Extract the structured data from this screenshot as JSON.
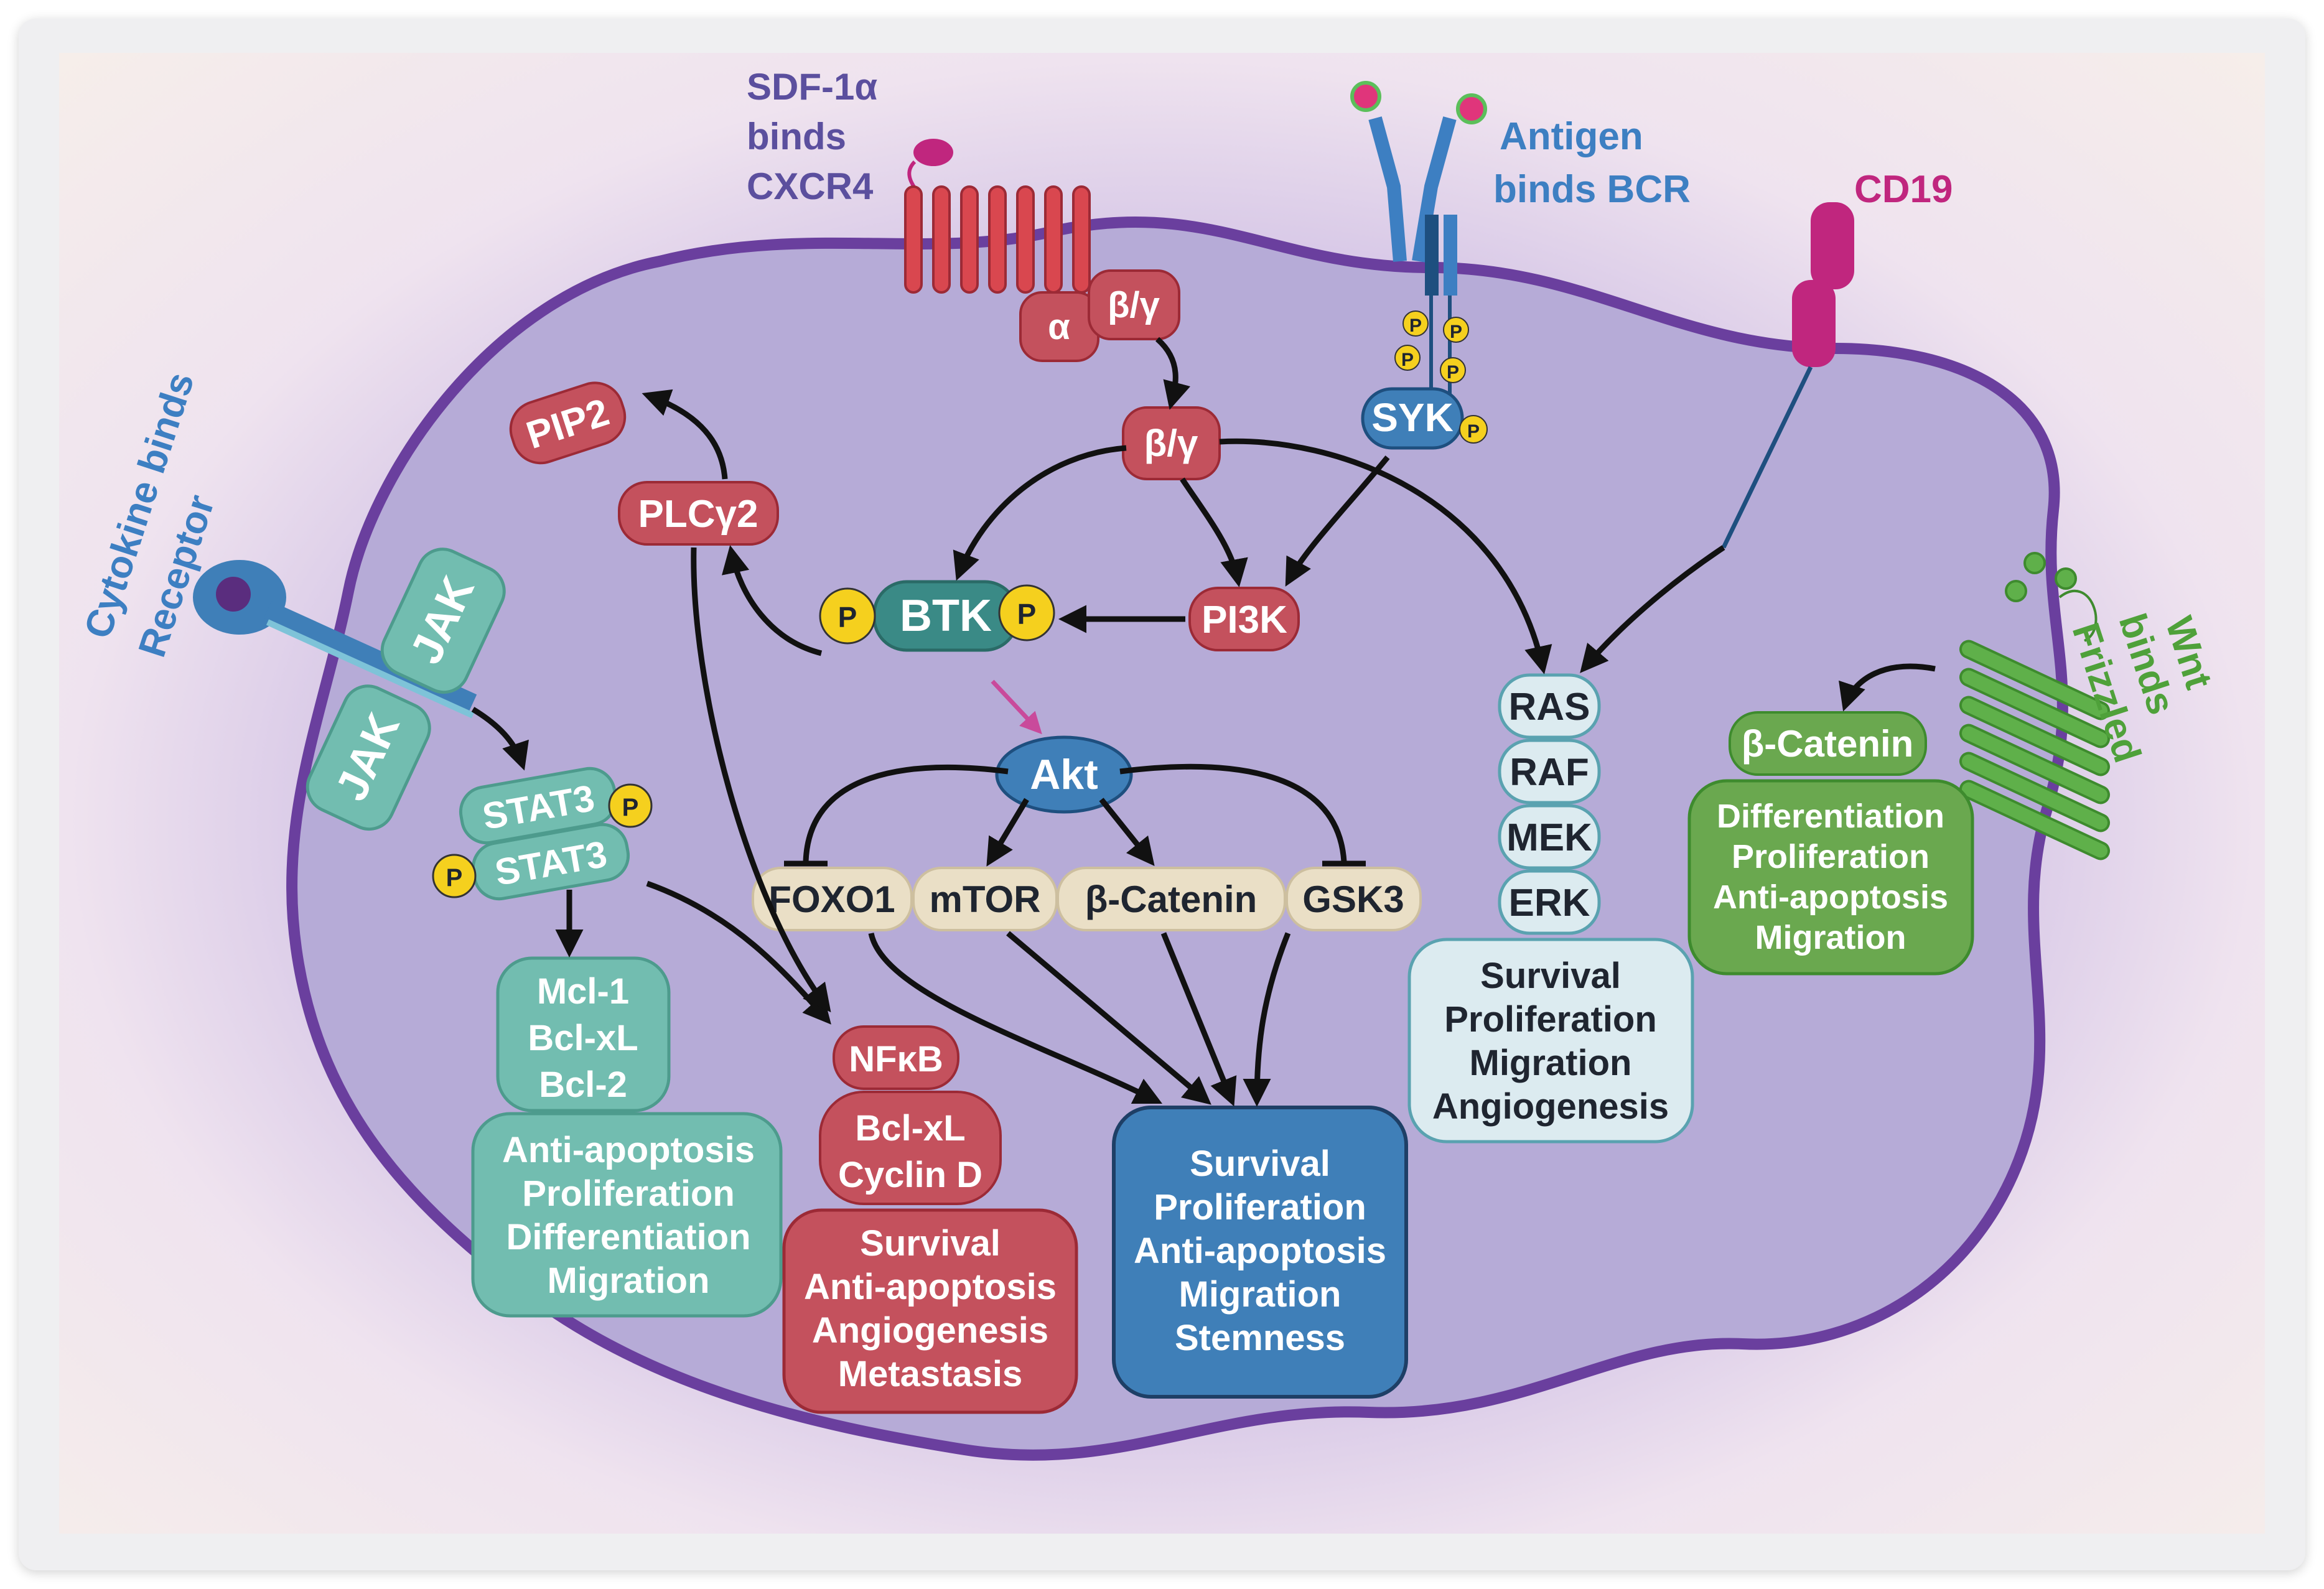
{
  "receptors": {
    "sdf": "SDF-1α binds CXCR4",
    "sdf_lines": [
      "SDF-1α",
      "binds",
      "CXCR4"
    ],
    "antigen_lines": [
      "Antigen",
      "binds BCR"
    ],
    "cd19": "CD19",
    "cytokine_lines": [
      "Cytokine binds",
      "Receptor"
    ],
    "wnt_lines": [
      "Wnt",
      "binds",
      "Frizzled"
    ]
  },
  "nodes": {
    "alpha": "α",
    "beta_gamma_top": "β/γ",
    "beta_gamma": "β/γ",
    "pip2": "PIP2",
    "plcg2": "PLCγ2",
    "btk": "BTK",
    "pi3k": "PI3K",
    "syk": "SYK",
    "p": "P",
    "akt": "Akt",
    "foxo1": "FOXO1",
    "mtor": "mTOR",
    "b_catenin": "β-Catenin",
    "gsk3": "GSK3",
    "jak": "JAK",
    "stat3": "STAT3",
    "ras": "RAS",
    "raf": "RAF",
    "mek": "MEK",
    "erk": "ERK",
    "wnt_b_catenin": "β-Catenin"
  },
  "outcomes": {
    "stat_targets": [
      "Mcl-1",
      "Bcl-xL",
      "Bcl-2"
    ],
    "stat_effects": [
      "Anti-apoptosis",
      "Proliferation",
      "Differentiation",
      "Migration"
    ],
    "nfkb_targets": [
      "NFκB",
      "Bcl-xL",
      "Cyclin D"
    ],
    "nfkb_effects": [
      "Survival",
      "Anti-apoptosis",
      "Angiogenesis",
      "Metastasis"
    ],
    "akt_effects": [
      "Survival",
      "Proliferation",
      "Anti-apoptosis",
      "Migration",
      "Stemness"
    ],
    "ras_effects": [
      "Survival",
      "Proliferation",
      "Migration",
      "Angiogenesis"
    ],
    "wnt_effects": [
      "Differentiation",
      "Proliferation",
      "Anti-apoptosis",
      "Migration"
    ]
  },
  "colors": {
    "membrane": "#6a3f9e",
    "cell_fill": "#b8aed8",
    "red_node": "#c4515d",
    "teal_node": "#72bdb0",
    "blue_node": "#3f7fb8",
    "cream_node": "#eadfc6",
    "ras_node": "#dcebf0",
    "green_node": "#6aa84f",
    "phospho": "#f5d01e",
    "sdf_text": "#5b4f9e",
    "antigen_text": "#3d7fc2",
    "cd19_text": "#c0267e",
    "wnt_text": "#4fa13a"
  }
}
